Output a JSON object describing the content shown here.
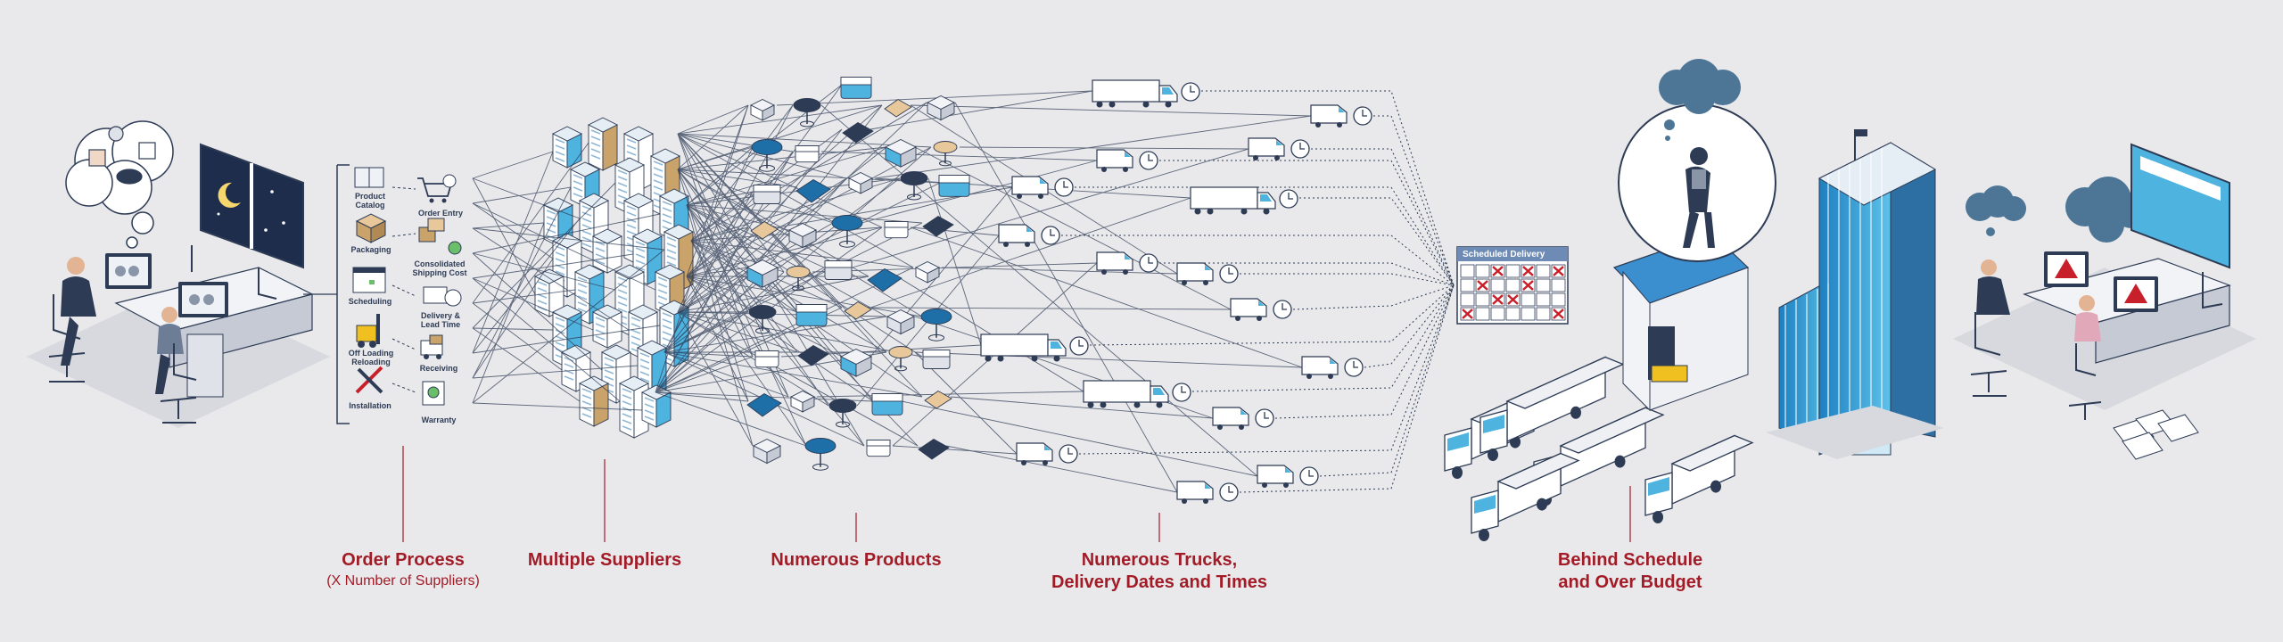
{
  "process_items": [
    {
      "label": "Product\nCatalog"
    },
    {
      "label": "Order Entry"
    },
    {
      "label": "Packaging"
    },
    {
      "label": "Consolidated\nShipping Cost"
    },
    {
      "label": "Scheduling"
    },
    {
      "label": "Delivery &\nLead Time"
    },
    {
      "label": "Off Loading\nReloading"
    },
    {
      "label": "Receiving"
    },
    {
      "label": "Installation"
    },
    {
      "label": "Warranty"
    }
  ],
  "schedule_card": {
    "title": "Scheduled Delivery"
  },
  "captions": [
    {
      "title": "Order Process",
      "subtitle": "(X Number of Suppliers)"
    },
    {
      "title": "Multiple Suppliers"
    },
    {
      "title": "Numerous Products"
    },
    {
      "title": "Numerous Trucks,",
      "title2": "Delivery Dates and Times"
    },
    {
      "title": "Behind Schedule",
      "title2": "and Over Budget"
    }
  ],
  "colors": {
    "background": "#e9e9eb",
    "navy": "#2d3b55",
    "accent_blue": "#4fb3e0",
    "caption_red": "#a11c27",
    "cross_red": "#c8202a",
    "tan": "#c9a36a"
  }
}
